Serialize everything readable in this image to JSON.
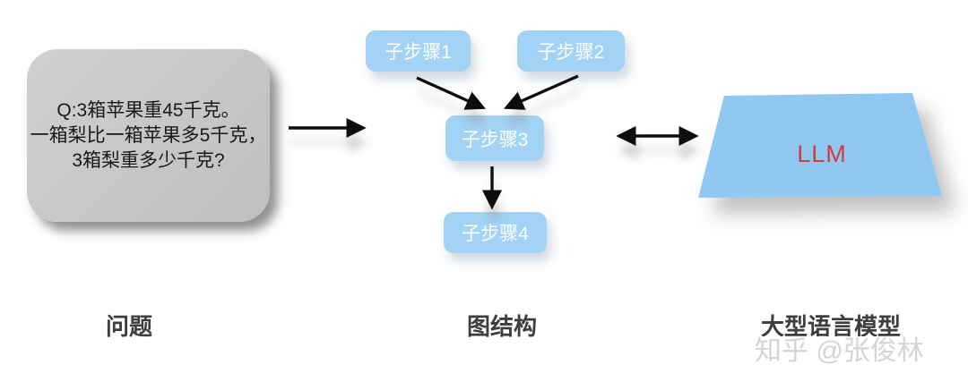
{
  "question": {
    "lines": [
      "Q:3箱苹果重45千克。",
      "一箱梨比一箱苹果多5千克，",
      "3箱梨重多少千克?"
    ]
  },
  "graph": {
    "nodes": [
      {
        "label": "子步骤1"
      },
      {
        "label": "子步骤2"
      },
      {
        "label": "子步骤3"
      },
      {
        "label": "子步骤4"
      }
    ],
    "edges": [
      {
        "from": "子步骤1",
        "to": "子步骤3"
      },
      {
        "from": "子步骤2",
        "to": "子步骤3"
      },
      {
        "from": "子步骤3",
        "to": "子步骤4"
      }
    ]
  },
  "llm": {
    "label": "LLM"
  },
  "captions": {
    "question": "问题",
    "graph": "图结构",
    "llm": "大型语言模型"
  },
  "watermark": {
    "text": "知乎 @张俊林"
  },
  "colors": {
    "node_blue": "#a2d3f5",
    "trapezoid_blue": "#90c8f1",
    "llm_red": "#d23a3e",
    "question_gray": "#c9c9c9",
    "caption_dark": "#3e3e3e",
    "watermark_gray": "#d4d4d4",
    "arrow_black": "#0d0d0d"
  }
}
